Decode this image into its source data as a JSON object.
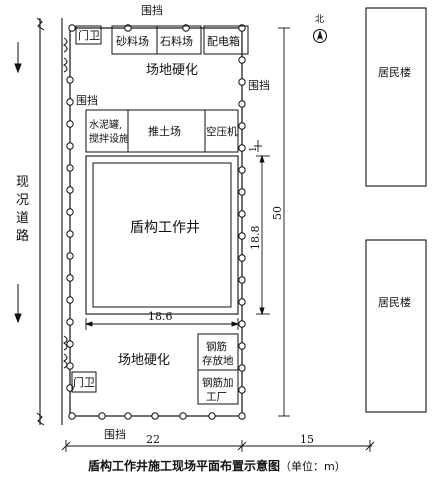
{
  "labels": {
    "fence_top": "围挡",
    "fence_left": "围挡",
    "fence_right": "围挡",
    "fence_bottom": "围挡",
    "guard_top": "门卫",
    "guard_bottom": "门卫",
    "sand_yard": "砂料场",
    "stone_yard": "石料场",
    "power_box": "配电箱",
    "hardened_top": "场地硬化",
    "hardened_bottom": "场地硬化",
    "cement_line1": "水泥罐,",
    "cement_line2": "搅拌设施",
    "soil_yard": "推土场",
    "air_compressor": "空压机",
    "shaft": "盾构工作井",
    "rebar_storage_line1": "钢筋",
    "rebar_storage_line2": "存放地",
    "rebar_factory_line1": "钢筋加",
    "rebar_factory_line2": "工厂",
    "road_chars": [
      "现",
      "况",
      "道",
      "路"
    ],
    "residential_top": "居民楼",
    "residential_bottom": "居民楼",
    "north": "北"
  },
  "dimensions": {
    "shaft_width": "18.6",
    "shaft_height": "18.8",
    "site_length": "50",
    "site_width": "22",
    "gap_to_building": "15",
    "small_offset": "1"
  },
  "caption": {
    "title": "盾构工作井施工现场平面布置示意图",
    "unit": "（单位：m）"
  }
}
